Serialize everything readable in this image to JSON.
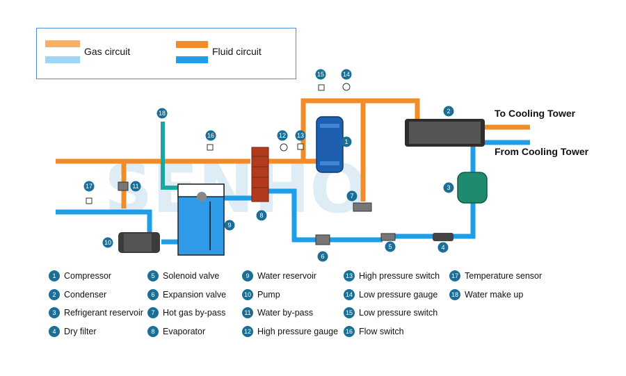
{
  "legend": {
    "gas_circuit": "Gas circuit",
    "fluid_circuit": "Fluid circuit"
  },
  "callouts": {
    "to_tower": "To Cooling Tower",
    "from_tower": "From Cooling Tower"
  },
  "watermark": "SENHO",
  "colors": {
    "gas": "#f28c28",
    "fluid": "#1e9ee8",
    "badge": "#1b6f97",
    "makeup": "#1fa5a0"
  },
  "components": [
    {
      "num": "1",
      "label": "Compressor"
    },
    {
      "num": "2",
      "label": "Condenser"
    },
    {
      "num": "3",
      "label": "Refrigerant reservoir"
    },
    {
      "num": "4",
      "label": "Dry filter"
    },
    {
      "num": "5",
      "label": "Solenoid valve"
    },
    {
      "num": "6",
      "label": "Expansion valve"
    },
    {
      "num": "7",
      "label": "Hot gas by-pass"
    },
    {
      "num": "8",
      "label": "Evaporator"
    },
    {
      "num": "9",
      "label": "Water reservoir"
    },
    {
      "num": "10",
      "label": "Pump"
    },
    {
      "num": "11",
      "label": "Water  by-pass"
    },
    {
      "num": "12",
      "label": "High pressure gauge"
    },
    {
      "num": "13",
      "label": "High pressure switch"
    },
    {
      "num": "14",
      "label": "Low pressure gauge"
    },
    {
      "num": "15",
      "label": "Low pressure switch"
    },
    {
      "num": "16",
      "label": "Flow switch"
    },
    {
      "num": "17",
      "label": "Temperature sensor"
    },
    {
      "num": "18",
      "label": "Water make up"
    }
  ]
}
